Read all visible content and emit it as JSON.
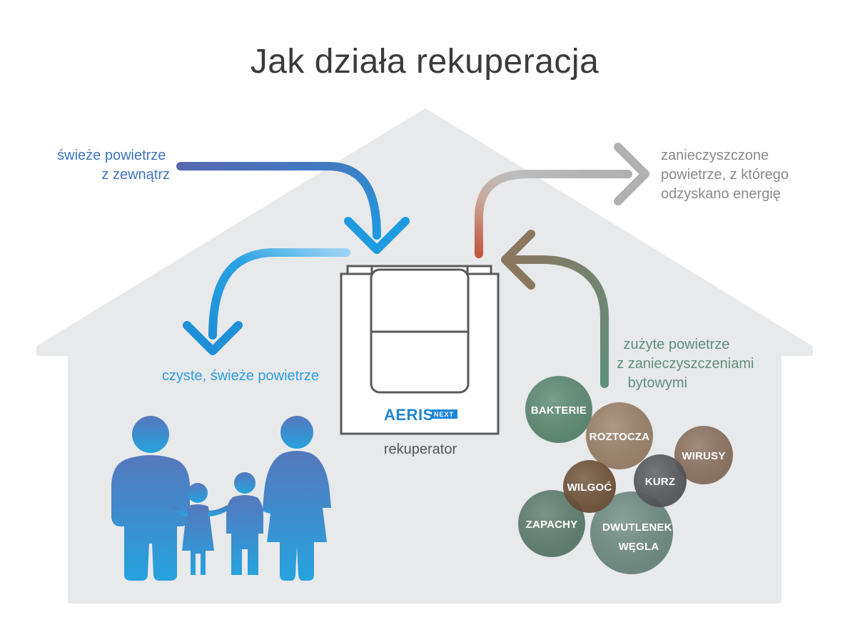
{
  "title": "Jak działa rekuperacja",
  "labels": {
    "fresh_outside": [
      "świeże powietrze",
      "z zewnątrz"
    ],
    "exhaust": [
      "zanieczyszczone",
      "powietrze, z którego",
      "odzyskano energię"
    ],
    "clean_fresh": "czyste, świeże powietrze",
    "used_air": [
      "zużyte powietrze",
      "z zanieczyszczeniami",
      "bytowymi"
    ],
    "device": "rekuperator"
  },
  "brand": {
    "name": "AERIS",
    "badge": "NEXT"
  },
  "pollutants": [
    {
      "name": "BAKTERIE",
      "lines": [
        "BAKTERIE"
      ],
      "color": "#5b8a72"
    },
    {
      "name": "ROZTOCZA",
      "lines": [
        "ROZTOCZA"
      ],
      "color": "#9a7e64"
    },
    {
      "name": "WIRUSY",
      "lines": [
        "WIRUSY"
      ],
      "color": "#8a6e5a"
    },
    {
      "name": "WILGOĆ",
      "lines": [
        "WILGOĆ"
      ],
      "color": "#6e4f33"
    },
    {
      "name": "KURZ",
      "lines": [
        "KURZ"
      ],
      "color": "#55565a"
    },
    {
      "name": "ZAPACHY",
      "lines": [
        "ZAPACHY"
      ],
      "color": "#5e7d70"
    },
    {
      "name": "DWUTLENEK WĘGLA",
      "lines": [
        "DWUTLENEK",
        "WĘGLA"
      ],
      "color": "#6a8a80"
    }
  ],
  "colors": {
    "house": "#e8e9eb",
    "fresh_blue": "#1e9ae0",
    "dark_blue": "#4a6fb5",
    "exhaust_grey": "#b4b4b4",
    "warm_red": "#c2563f",
    "used_brown": "#8c7a63",
    "used_green": "#5d8f7c",
    "family_top": "#4e7ec2",
    "family_bottom": "#2aa4df"
  }
}
